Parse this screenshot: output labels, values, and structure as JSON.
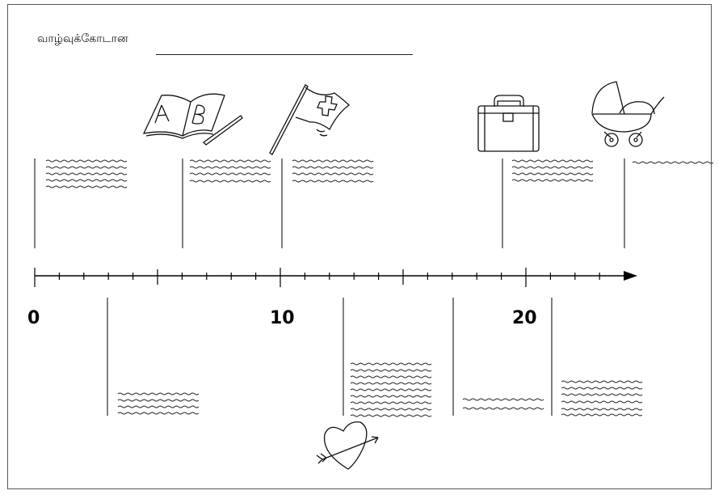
{
  "worksheet": {
    "title_label": "வாழ்வுக்கோடான"
  },
  "axis": {
    "labels": [
      "0",
      "10",
      "20"
    ],
    "ticks": 25
  },
  "icons": {
    "top": [
      "book-ab-icon",
      "swiss-flag-icon",
      "briefcase-icon",
      "baby-carriage-icon"
    ],
    "bottom": [
      "heart-arrow-icon"
    ]
  }
}
